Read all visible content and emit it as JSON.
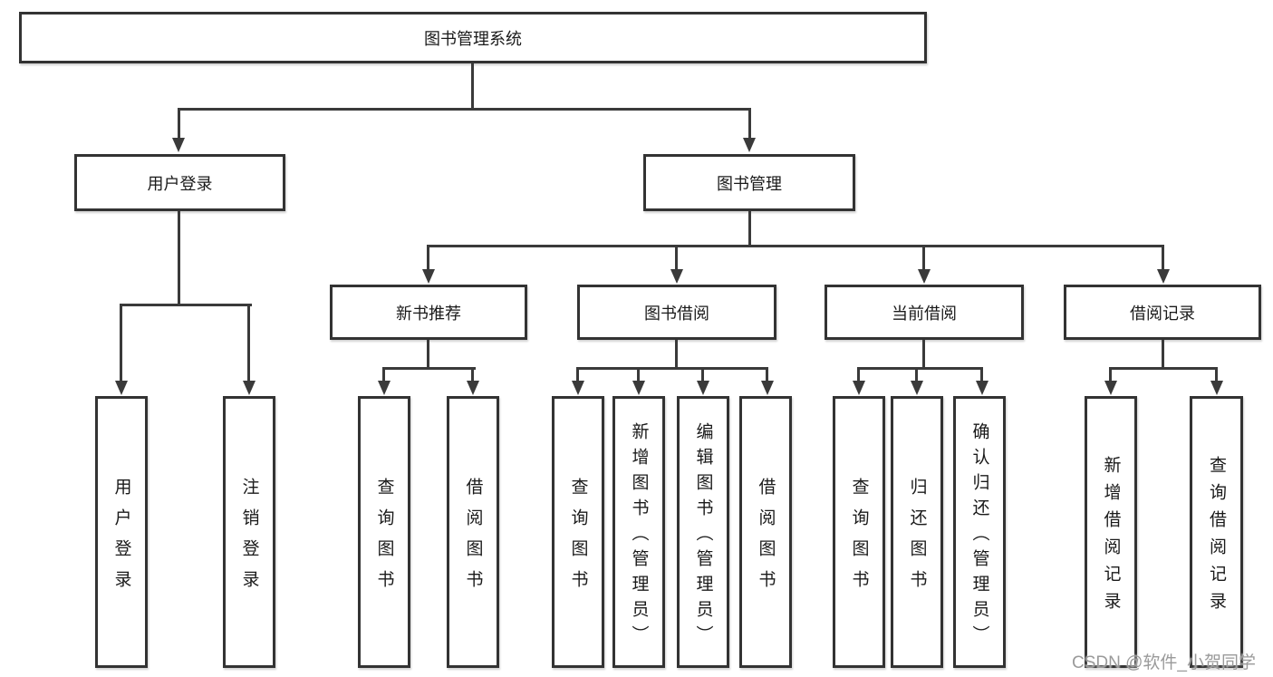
{
  "title": "图书管理系统",
  "watermark": "CSDN @软件_小贺同学",
  "colors": {
    "line": "#3a3a3a",
    "border": "#333333",
    "text": "#1a1a1a",
    "watermark": "#9a9a9a",
    "background": "#ffffff"
  },
  "nodes": {
    "root": "图书管理系统",
    "user_login": "用户登录",
    "book_mgmt": "图书管理",
    "new_book_rec": "新书推荐",
    "book_borrow": "图书借阅",
    "current_borrow": "当前借阅",
    "borrow_record": "借阅记录",
    "ul_user_login": "用户登录",
    "ul_logout": "注销登录",
    "nb_query_book": "查询图书",
    "nb_borrow_book": "借阅图书",
    "bb_query_book": "查询图书",
    "bb_add_book": "新增图书（管理员）",
    "bb_edit_book": "编辑图书（管理员）",
    "bb_borrow_book": "借阅图书",
    "cb_query_book": "查询图书",
    "cb_return_book": "归还图书",
    "cb_confirm_return": "确认归还（管理员）",
    "br_add_record": "新增借阅记录",
    "br_query_record": "查询借阅记录"
  },
  "hierarchy": {
    "root": "图书管理系统",
    "children": [
      {
        "label": "用户登录",
        "children": [
          "用户登录",
          "注销登录"
        ]
      },
      {
        "label": "图书管理",
        "children": [
          {
            "label": "新书推荐",
            "children": [
              "查询图书",
              "借阅图书"
            ]
          },
          {
            "label": "图书借阅",
            "children": [
              "查询图书",
              "新增图书（管理员）",
              "编辑图书（管理员）",
              "借阅图书"
            ]
          },
          {
            "label": "当前借阅",
            "children": [
              "查询图书",
              "归还图书",
              "确认归还（管理员）"
            ]
          },
          {
            "label": "借阅记录",
            "children": [
              "新增借阅记录",
              "查询借阅记录"
            ]
          }
        ]
      }
    ]
  }
}
